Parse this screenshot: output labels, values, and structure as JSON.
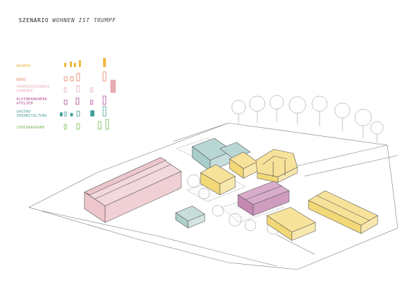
{
  "title": {
    "main": "SZENARIO",
    "sub": "WOHNEN IST TRUMPF"
  },
  "colors": {
    "wohnen": "#f2b53a",
    "buero": "#e8805a",
    "produzierendes": "#e8aab0",
    "kleinhandwerk": "#b04690",
    "gastro": "#3e9d95",
    "seminar": "#74b84e",
    "building_yellow": "#f7e29a",
    "building_pink": "#ecc6cc",
    "building_teal": "#b8d6d4",
    "building_purple": "#cf9cbf",
    "line": "#555555"
  },
  "legend": [
    {
      "key": "wohnen",
      "lines": [
        "WOHNEN"
      ],
      "color": "#f2b53a"
    },
    {
      "key": "buero",
      "lines": [
        "BÜRO"
      ],
      "color": "#e8805a"
    },
    {
      "key": "produzierendes",
      "lines": [
        "PRODUZIERENDES",
        "GEWERBE"
      ],
      "color": "#e8aab0"
    },
    {
      "key": "kleinhandwerk",
      "lines": [
        "KLEINHANDWERK",
        "ATELIER"
      ],
      "color": "#b04690"
    },
    {
      "key": "gastro",
      "lines": [
        "GASTRO",
        "VERANSTALTUNG"
      ],
      "color": "#3e9d95"
    },
    {
      "key": "seminar",
      "lines": [
        "SEMINARRÄUME"
      ],
      "color": "#74b84e"
    }
  ]
}
